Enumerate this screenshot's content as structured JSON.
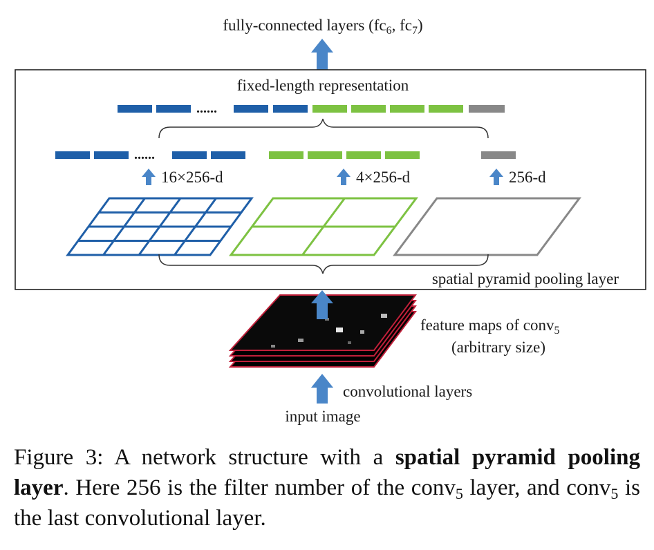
{
  "diagram": {
    "top_label": "fully-connected layers (fc",
    "top_sub_a": "6",
    "top_sep": ", fc",
    "top_sub_b": "7",
    "top_end": ")",
    "fixed_length_label": "fixed-length representation",
    "ellipsis_top": "......",
    "ellipsis_left": "......",
    "label_16": "16×256-d",
    "label_4": "4×256-d",
    "label_1": "256-d",
    "spp_label": "spatial pyramid pooling layer",
    "feature_maps_label": "feature maps of conv",
    "feature_maps_sub": "5",
    "feature_maps_size": "(arbitrary size)",
    "conv_layers_label": "convolutional layers",
    "input_label": "input image",
    "colors": {
      "blue": "#1f5fa8",
      "green": "#7dc242",
      "gray": "#888888",
      "arrow": "#4a86c8",
      "feature_border": "#c0203a"
    }
  },
  "caption": {
    "prefix": "Figure 3: A network structure with a ",
    "bold": "spatial pyramid pooling layer",
    "mid": ". Here 256 is the filter number of the conv",
    "sub1": "5",
    "mid2": " layer, and conv",
    "sub2": "5",
    "end": " is the last convolutional layer."
  }
}
